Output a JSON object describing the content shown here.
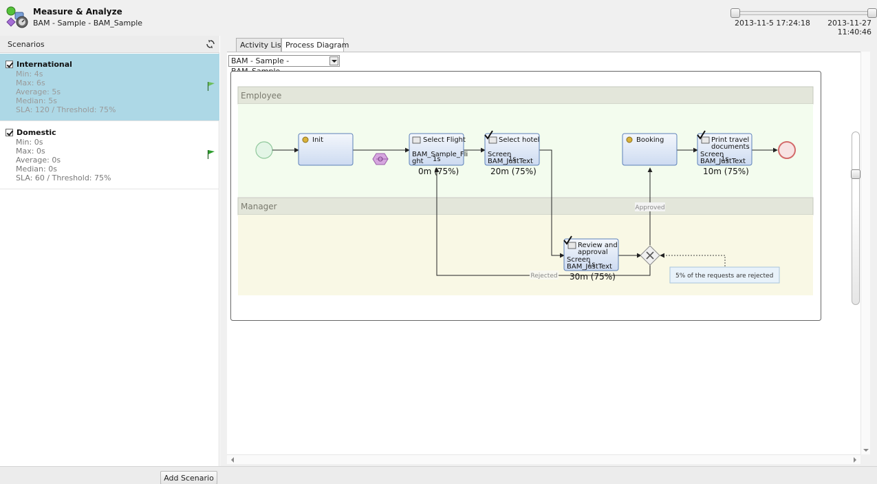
{
  "header": {
    "title": "Measure & Analyze",
    "subtitle": "BAM - Sample - BAM_Sample",
    "slider_start": "2013-11-5 17:24:18",
    "slider_end": "2013-11-27 11:40:46"
  },
  "scenarios": {
    "title": "Scenarios",
    "items": [
      {
        "name": "International",
        "checked": true,
        "stats": [
          "Min: 4s",
          "Max: 6s",
          "Average: 5s",
          "Median: 5s",
          "SLA: 120 / Threshold: 75%"
        ],
        "flag_color": "#4caf50"
      },
      {
        "name": "Domestic",
        "checked": true,
        "stats": [
          "Min: 0s",
          "Max: 0s",
          "Average: 0s",
          "Median: 0s",
          "SLA: 60 / Threshold: 75%"
        ],
        "flag_color": "#2e9e2e"
      }
    ],
    "add_button": "Add Scenario"
  },
  "tabs": [
    "Activity List",
    "Process Diagram"
  ],
  "active_tab": "Process Diagram",
  "process_select": "BAM - Sample - BAM_Sample",
  "diagram": {
    "lanes": [
      "Employee",
      "Manager"
    ],
    "tasks": {
      "init": {
        "label": "Init"
      },
      "select_flight": {
        "label": "Select Flight",
        "detail1": "BAM_Sample_Fli",
        "detail2": "ght",
        "duration": "1s",
        "metric": "0m (75%)"
      },
      "select_hotel": {
        "label": "Select hotel",
        "detail1": "Screen",
        "detail2": "BAM_JustText",
        "duration": "1s",
        "metric": "20m (75%)"
      },
      "booking": {
        "label": "Booking"
      },
      "print_docs": {
        "label1": "Print travel",
        "label2": "documents",
        "detail1": "Screen",
        "detail2": "BAM_JustText",
        "duration": "1s",
        "metric": "10m (75%)"
      },
      "review": {
        "label1": "Review and",
        "label2": "approval",
        "detail1": "Screen",
        "detail2": "BAM_JustText",
        "duration": "1s",
        "metric": "30m (75%)"
      }
    },
    "flow_labels": {
      "approved": "Approved",
      "rejected": "Rejected"
    },
    "annotation": "5% of the requests are rejected"
  },
  "colors": {
    "selected_row": "#add8e6",
    "employee_lane": "#f3fcee",
    "manager_lane": "#f9f8e5",
    "lane_header": "#e3e6da",
    "task_fill": "#dfe8f6",
    "task_stroke": "#5b7fb8"
  }
}
